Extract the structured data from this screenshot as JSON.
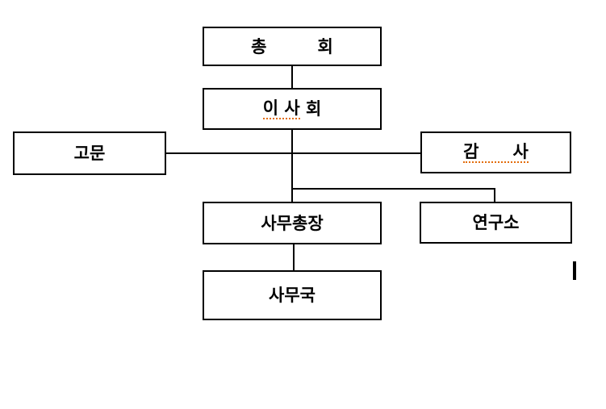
{
  "colors": {
    "background": "#ffffff",
    "box_border": "#000000",
    "text": "#000000",
    "connector": "#000000",
    "spellcheck_underline": "#e36c0a"
  },
  "diagram": {
    "type": "org-chart",
    "boxes": [
      {
        "id": "general-assembly",
        "label": "총　　　회",
        "underlined": false
      },
      {
        "id": "board-of-directors",
        "label_underlined": "이 사",
        "label_rest": " 회"
      },
      {
        "id": "advisor",
        "label": "고문",
        "underlined": false
      },
      {
        "id": "auditor",
        "label": "감　　사",
        "underlined": true
      },
      {
        "id": "secretary-general",
        "label": "사무총장",
        "underlined": false
      },
      {
        "id": "research-institute",
        "label": "연구소",
        "underlined": false
      },
      {
        "id": "secretariat",
        "label": "사무국",
        "underlined": false
      }
    ]
  }
}
